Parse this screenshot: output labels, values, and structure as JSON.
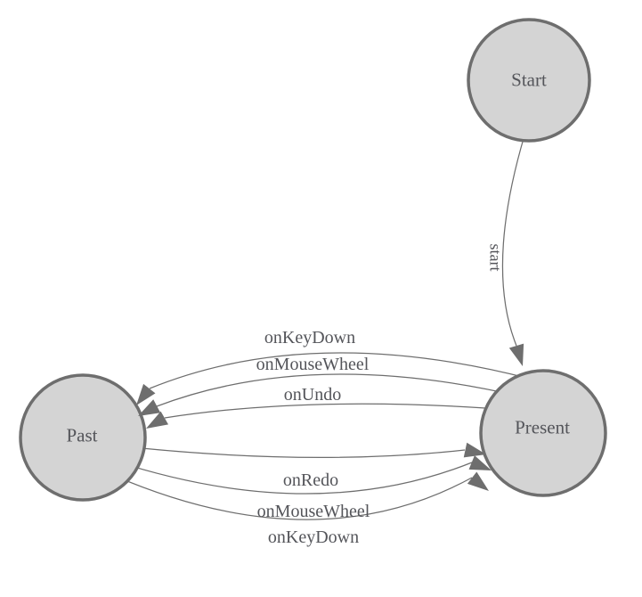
{
  "diagram": {
    "type": "state-machine",
    "nodes": {
      "start": {
        "label": "Start"
      },
      "present": {
        "label": "Present"
      },
      "past": {
        "label": "Past"
      }
    },
    "edges": {
      "start_to_present": {
        "label": "start",
        "from": "Start",
        "to": "Present"
      },
      "present_to_past": [
        {
          "label": "onKeyDown",
          "from": "Present",
          "to": "Past"
        },
        {
          "label": "onMouseWheel",
          "from": "Present",
          "to": "Past"
        },
        {
          "label": "onUndo",
          "from": "Present",
          "to": "Past"
        }
      ],
      "past_to_present": [
        {
          "label": "onRedo",
          "from": "Past",
          "to": "Present"
        },
        {
          "label": "onMouseWheel",
          "from": "Past",
          "to": "Present"
        },
        {
          "label": "onKeyDown",
          "from": "Past",
          "to": "Present"
        }
      ]
    },
    "colors": {
      "background": "#ffffff",
      "node_fill": "#d4d4d4",
      "node_stroke": "#6e6e6e",
      "edge_stroke": "#6e6e6e",
      "arrow_fill": "#6e6e6e",
      "label_text": "#54555a"
    }
  }
}
